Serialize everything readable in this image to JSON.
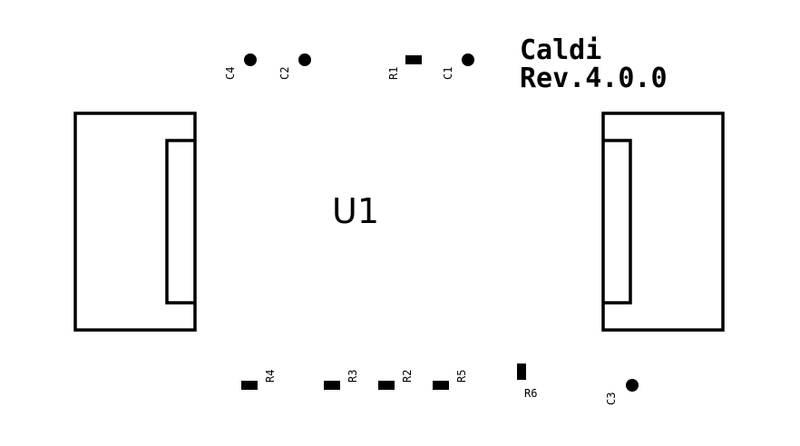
{
  "board": {
    "name": "Caldi",
    "revision": "Rev.4.0.0",
    "main_chip": "U1"
  },
  "components": {
    "C4": "C4",
    "C2": "C2",
    "R1": "R1",
    "C1": "C1",
    "R4": "R4",
    "R3": "R3",
    "R2": "R2",
    "R5": "R5",
    "R6": "R6",
    "C3": "C3"
  },
  "colors": {
    "background": "#ffffff",
    "silkscreen": "#000000"
  }
}
